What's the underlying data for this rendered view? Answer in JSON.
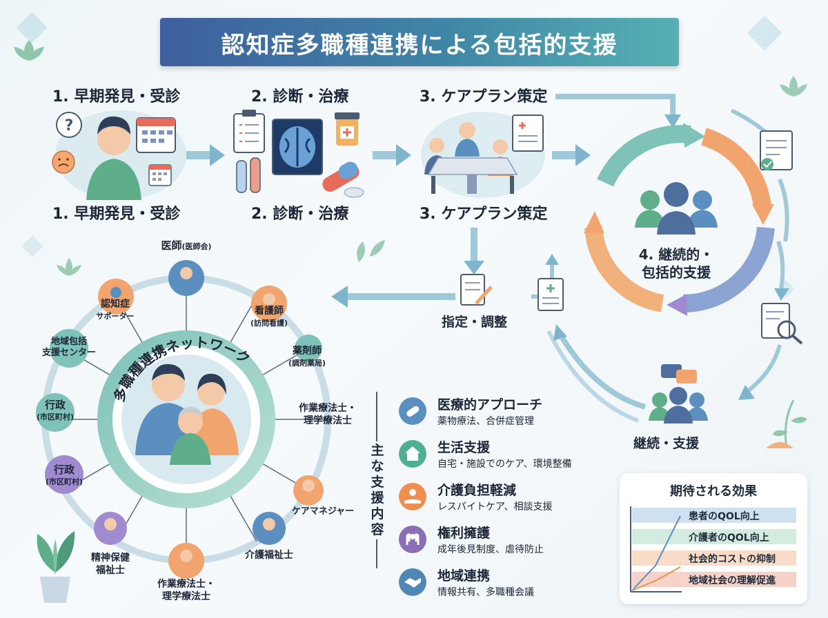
{
  "title": "認知症多職種連携による包括的支援",
  "steps": [
    {
      "top_label": "1. 早期発見・受診",
      "bottom_label": "1. 早期発見・受診"
    },
    {
      "top_label": "2. 診断・治療",
      "bottom_label": "2. 診断・治療"
    },
    {
      "top_label": "3. ケアプラン策定",
      "bottom_label": "3. ケアプラン策定"
    }
  ],
  "cycle": {
    "label_line1": "4. 継続的・",
    "label_line2": "包括的支援"
  },
  "designation_label": "指定・調整",
  "continuation_label": "継続・支援",
  "network": {
    "title": "多職種連携ネットワーク",
    "nodes": [
      {
        "name": "医師",
        "sub": "(医師会)"
      },
      {
        "name": "看護師",
        "sub": "(訪問看護)"
      },
      {
        "name": "薬剤師",
        "sub": "(調剤薬局)"
      },
      {
        "name": "作業療法士・",
        "sub": "理学療法士"
      },
      {
        "name": "ケアマネジャー",
        "sub": ""
      },
      {
        "name": "介護福祉士",
        "sub": ""
      },
      {
        "name": "作業療法士・",
        "sub": "理学療法士"
      },
      {
        "name": "精神保健",
        "sub": "福祉士"
      },
      {
        "name": "行政",
        "sub": "(市区町村)"
      },
      {
        "name": "行政",
        "sub": "(市区町村)"
      },
      {
        "name": "地域包括",
        "sub": "支援センター"
      },
      {
        "name": "認知症",
        "sub": "サポーター"
      }
    ]
  },
  "supports": {
    "heading": "主な支援内容",
    "items": [
      {
        "title": "医療的アプローチ",
        "desc": "薬物療法、合併症管理",
        "color": "#5a8fc0"
      },
      {
        "title": "生活支援",
        "desc": "自宅・施設でのケア、環境整備",
        "color": "#4fae96"
      },
      {
        "title": "介護負担軽減",
        "desc": "レスパイトケア、相談支援",
        "color": "#ef8f4f"
      },
      {
        "title": "権利擁護",
        "desc": "成年後見制度、虐待防止",
        "color": "#8a6fb5"
      },
      {
        "title": "地域連携",
        "desc": "情報共有、多職種会議",
        "color": "#4f87b5"
      }
    ]
  },
  "effects": {
    "title": "期待される効果",
    "items": [
      {
        "label": "患者のQOL向上",
        "color": "#cfe0f0"
      },
      {
        "label": "介護者のQOL向上",
        "color": "#d4ece0"
      },
      {
        "label": "社会的コストの抑制",
        "color": "#f8dcc8"
      },
      {
        "label": "地域社会の理解促進",
        "color": "#f6d2c8"
      }
    ]
  },
  "colors": {
    "accent_blue": "#3f6fa8",
    "accent_teal": "#57b0b4",
    "accent_orange": "#ef8f4f",
    "accent_purple": "#8a6fb5"
  }
}
